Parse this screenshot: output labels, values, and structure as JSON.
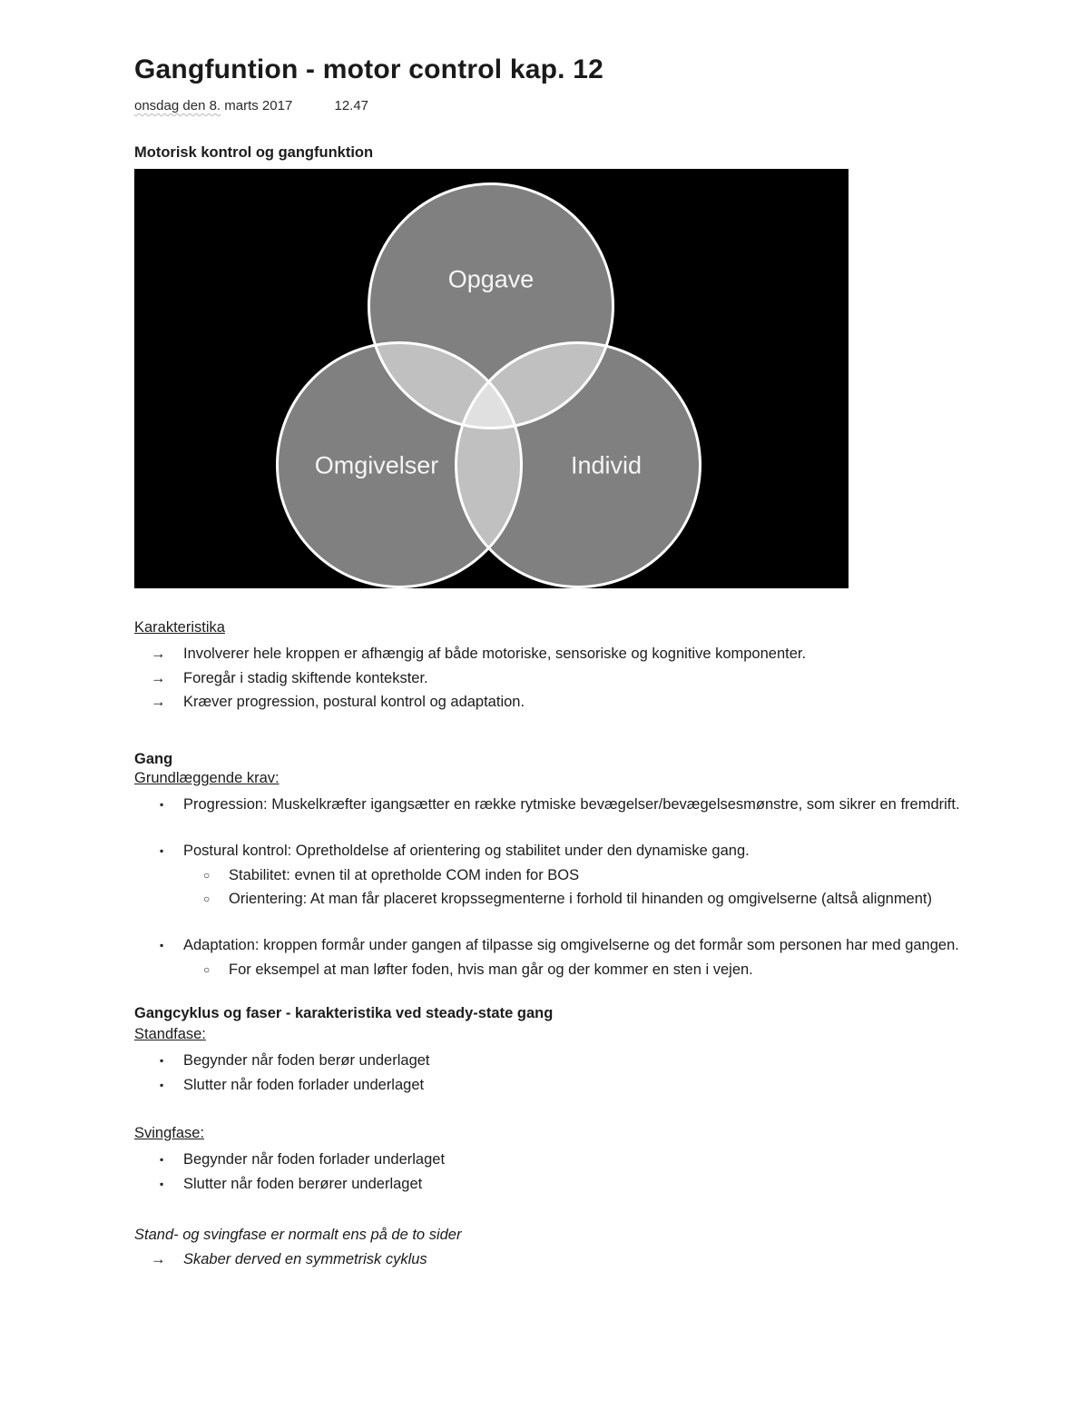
{
  "page": {
    "title": "Gangfuntion - motor control kap. 12",
    "date_part1": "onsdag den 8.",
    "date_part2": " marts 2017",
    "time": "12.47"
  },
  "glyphs": {
    "arrow": "→",
    "square": "▪",
    "circle": "○"
  },
  "diagram": {
    "heading": "Motorisk kontrol og gangfunktion",
    "labels": [
      "Opgave",
      "Omgivelser",
      "Individ"
    ]
  },
  "karakteristika": {
    "heading": "Karakteristika",
    "items": [
      "Involverer hele kroppen er afhængig af både motoriske, sensoriske og kognitive komponenter.",
      "Foregår i stadig skiftende kontekster.",
      "Kræver progression, postural kontrol og adaptation."
    ]
  },
  "gang": {
    "heading": "Gang",
    "subheading": "Grundlæggende krav:",
    "items": [
      "Progression: Muskelkræfter igangsætter en række rytmiske bevægelser/bevægelsesmønstre, som sikrer en fremdrift.",
      "Postural kontrol: Opretholdelse af orientering og stabilitet under den dynamiske gang.",
      "Adaptation: kroppen formår under gangen af tilpasse sig omgivelserne og det formår som personen har med gangen."
    ],
    "postural_subitems": [
      "Stabilitet: evnen til at opretholde COM inden for BOS",
      "Orientering: At man får placeret kropssegmenterne i forhold til hinanden og omgivelserne (altså alignment)"
    ],
    "adaptation_subitems": [
      "For eksempel at man løfter foden, hvis man går og der kommer en sten i vejen."
    ]
  },
  "gangcyklus": {
    "heading": "Gangcyklus og faser - karakteristika ved steady-state gang",
    "standfase": {
      "heading": "Standfase:",
      "items": [
        "Begynder når foden berør underlaget",
        "Slutter når foden forlader underlaget"
      ]
    },
    "svingfase": {
      "heading": "Svingfase:",
      "items": [
        "Begynder når foden forlader underlaget",
        "Slutter når foden berører underlaget"
      ]
    },
    "note": "Stand- og svingfase er normalt ens på de to sider",
    "note_sub": "Skaber derved en symmetrisk cyklus"
  }
}
